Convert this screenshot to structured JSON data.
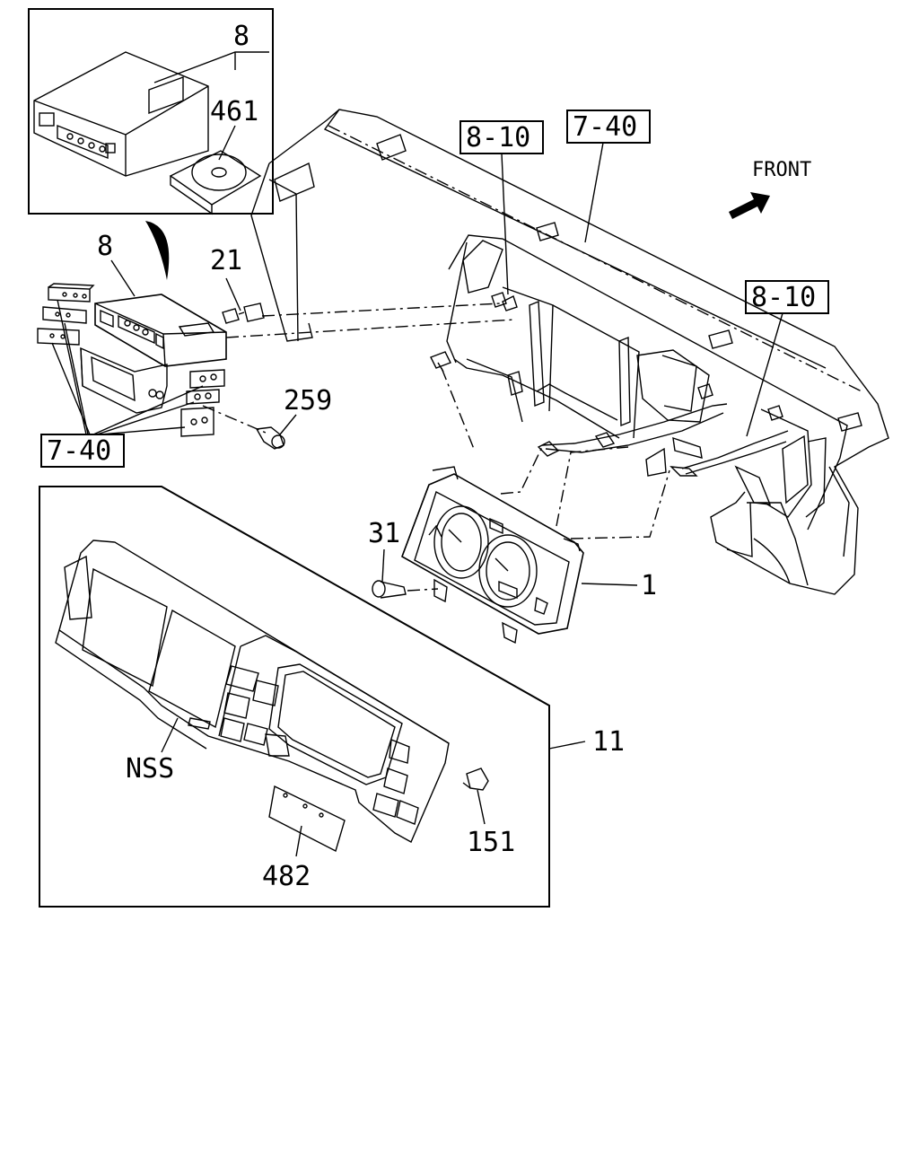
{
  "labels": {
    "inset_radio": "8",
    "inset_disc": "461",
    "ref_8_10_top": "8-10",
    "ref_7_40_top": "7-40",
    "front": "FRONT",
    "ref_8_10_right": "8-10",
    "radio": "8",
    "connector": "21",
    "screw_259": "259",
    "ref_7_40_left": "7-40",
    "screw_31": "31",
    "cluster": "1",
    "bezel": "11",
    "nss": "NSS",
    "clip": "151",
    "plate": "482"
  },
  "colors": {
    "line": "#000000",
    "background": "#ffffff"
  },
  "icons": {
    "front_arrow": "arrow-icon"
  }
}
